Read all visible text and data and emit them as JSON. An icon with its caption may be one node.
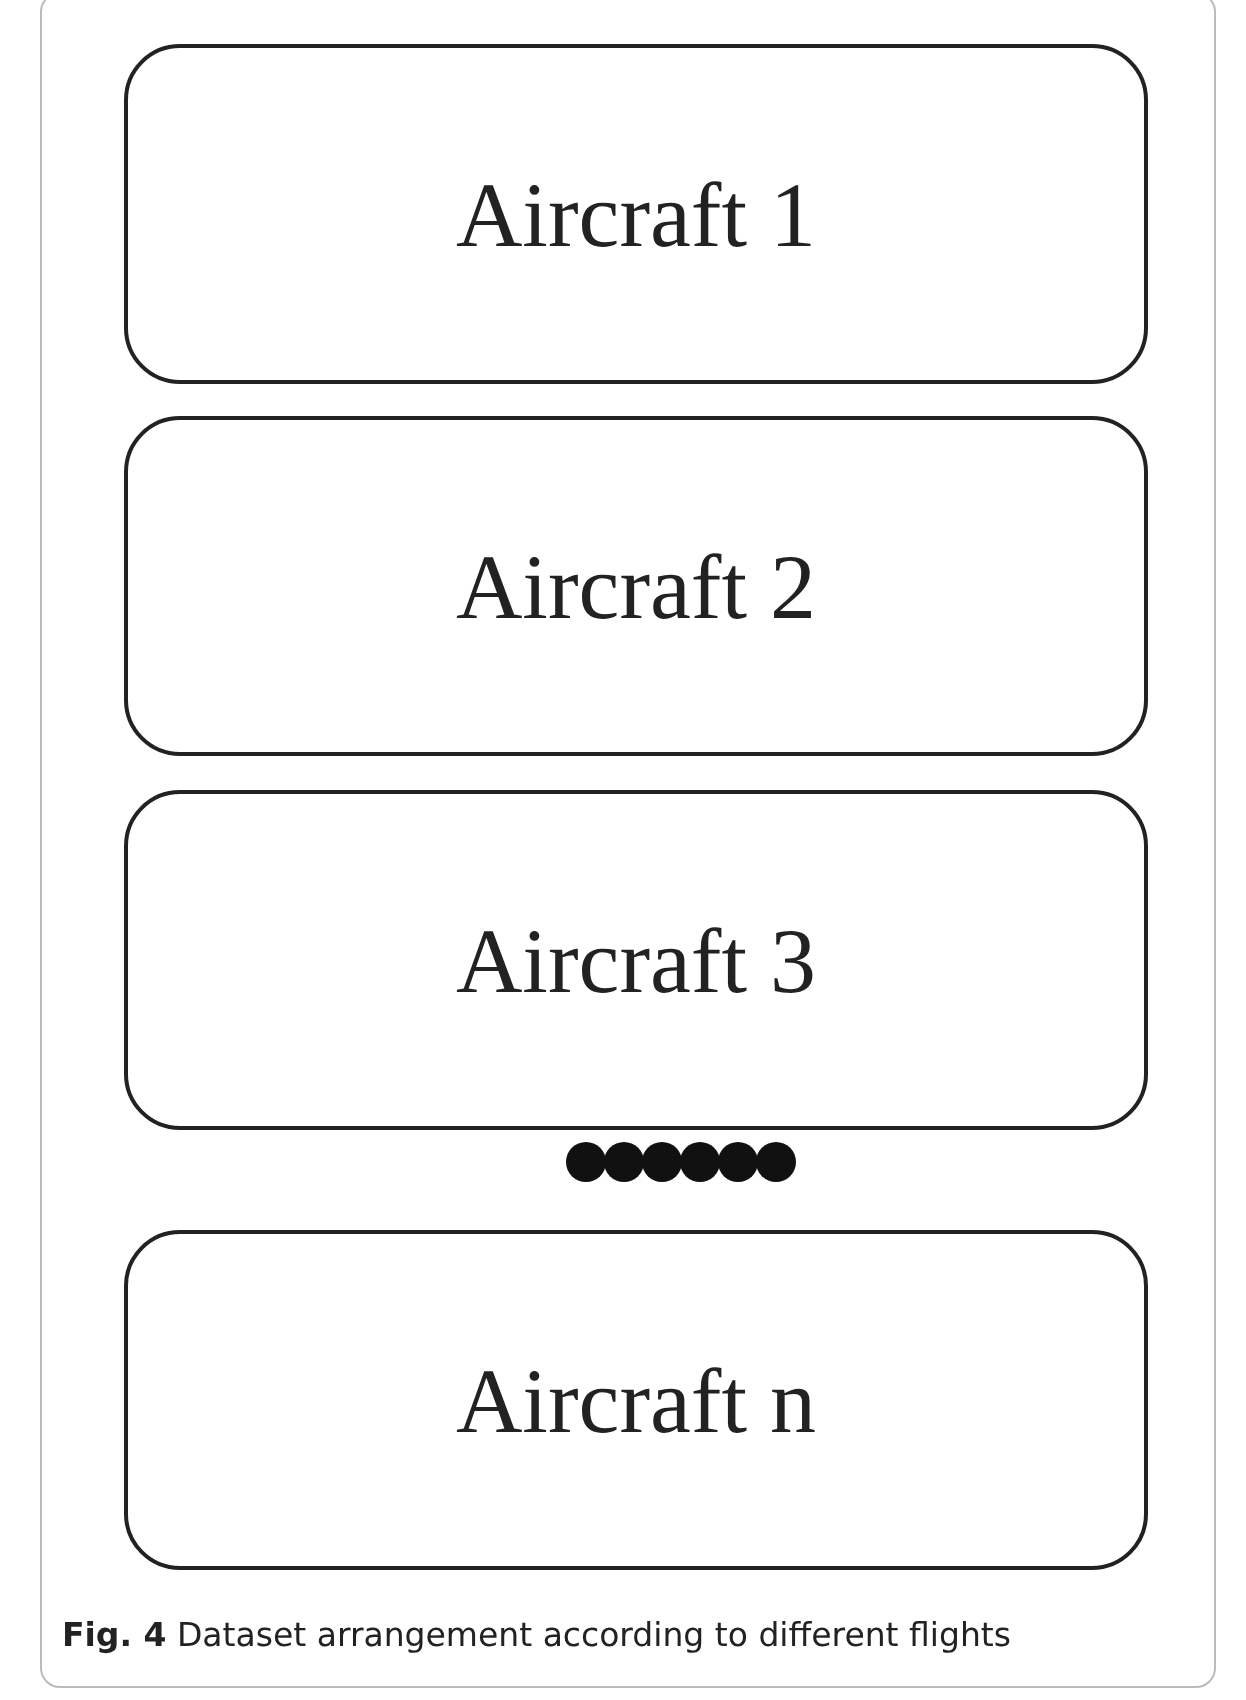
{
  "diagram": {
    "caption": "**Fig. 4** Dataset arrangement according to different flights",
    "nodes": [
      {
        "text": [
          "Aircraft 1"
        ]
      },
      {
        "text": [
          "Aircraft 2"
        ]
      },
      {
        "text": [
          "Aircraft 3"
        ]
      },
      {
        "text": [
          "Aircraft n"
        ]
      }
    ],
    "edges": []
  }
}
